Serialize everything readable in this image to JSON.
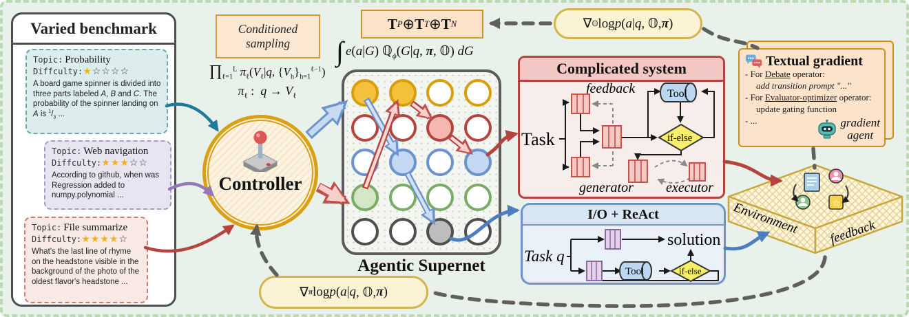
{
  "benchmark": {
    "title": "Varied benchmark",
    "cards": [
      {
        "topic_label": "Topic:",
        "topic": "Probability",
        "difficulty_label": "Diffculty:",
        "stars_filled": "★",
        "stars_empty": "☆☆☆☆",
        "body_html": "A board game spinner is divided into three parts labeled <i>A</i>, <i>B</i> and <i>C</i>. The probability of the spinner landing on <i>A</i> is <sup>1</sup>/<sub>3</sub> ..."
      },
      {
        "topic_label": "Topic:",
        "topic": "Web navigation",
        "difficulty_label": "Diffculty:",
        "stars_filled": "★★★",
        "stars_empty": "☆☆",
        "body_html": "According to github, when was Regression added to numpy.polynomial ..."
      },
      {
        "topic_label": "Topic:",
        "topic": "File summarize",
        "difficulty_label": "Diffculty:",
        "stars_filled": "★★★★",
        "stars_empty": "☆",
        "body_html": "What's the last line of rhyme on the headstone visible in the background of the photo of the oldest flavor's headstone ..."
      }
    ]
  },
  "conditioned_sampling": {
    "label_html": "Conditioned<br>sampling",
    "product_html": "<span class=\"pi\">∏</span><sub>ℓ=1</sub><sup>L</sup> <i>π</i><sub>ℓ</sub>(<i>V</i><sub>ℓ</sub>|<i>q</i>, {<i>V</i><sub>h</sub>}<sub>h=1</sub><sup>ℓ−1</sup>)",
    "map_html": "<i>π</i><sub>ℓ</sub> :&nbsp; <i>q</i> → <i>V</i><sub>ℓ</sub>"
  },
  "controller": {
    "label": "Controller"
  },
  "supernet": {
    "label": "Agentic Supernet",
    "rows": [
      {
        "stroke": "#d99e0b",
        "fills": [
          "#f5c13a",
          "#f5c13a",
          "#ffffff",
          "#ffffff"
        ]
      },
      {
        "stroke": "#b5443f",
        "fills": [
          "#ffffff",
          "#ffffff",
          "#f6b6b1",
          "#ffffff"
        ]
      },
      {
        "stroke": "#6d93cf",
        "fills": [
          "#ffffff",
          "#c6d9f2",
          "#ffffff",
          "#c6d9f2"
        ]
      },
      {
        "stroke": "#7cab66",
        "fills": [
          "#d4e6c8",
          "#ffffff",
          "#ffffff",
          "#ffffff"
        ]
      },
      {
        "stroke": "#4f4f4f",
        "fills": [
          "#ffffff",
          "#ffffff",
          "#bdbdbd",
          "#ffffff"
        ]
      }
    ]
  },
  "formulas": {
    "t_concat_html": "<b>T</b><sub><i>P</i></sub> ⊕ <b>T</b><sub><i>T</i></sub> ⊕ <b>T</b><sub><i>N</i></sub>",
    "integral_sign": "∫",
    "integral_html": "<i>e</i>(<i>a</i>|<i>G</i>) ℚ<sub><i>ϕ</i></sub>(<i>G</i>|<i>q</i>, <b><i>π</i></b>, 𝕆) <i>dG</i>",
    "grad_o_html": "∇<sub>𝕆</sub> log <i>p</i>(<i>a</i> | <i>q</i>, 𝕆, <b><i>π</i></b>)",
    "grad_pi_html": "∇<sub><b><i>π</i></b></sub> log <i>p</i>(<i>a</i> | <i>q</i>, 𝕆, <b><i>π</i></b>)"
  },
  "complicated": {
    "title": "Complicated system",
    "task_label": "Task",
    "feedback_label": "feedback",
    "tool_label": "Tool",
    "ifelse_label": "if-else",
    "generator_label": "generator",
    "executor_label": "executor"
  },
  "io_react": {
    "title": "I/O + ReAct",
    "task_label": "Task q",
    "solution_label": "solution",
    "tool_label": "Tool",
    "ifelse_label": "if-else"
  },
  "textual_gradient": {
    "title": "Textual gradient",
    "line1_html": "- For <u>Debate</u> operator:",
    "line2_html": "<i>add transition prompt \"...\"</i>",
    "line3_html": "- For <u>Evaluator-optimizer</u> operator:",
    "line4_html": "update gating function",
    "line5_html": "- ...",
    "agent_label_html": "gradient<br>agent"
  },
  "environment": {
    "left_label": "Environment",
    "right_label": "feedback"
  }
}
